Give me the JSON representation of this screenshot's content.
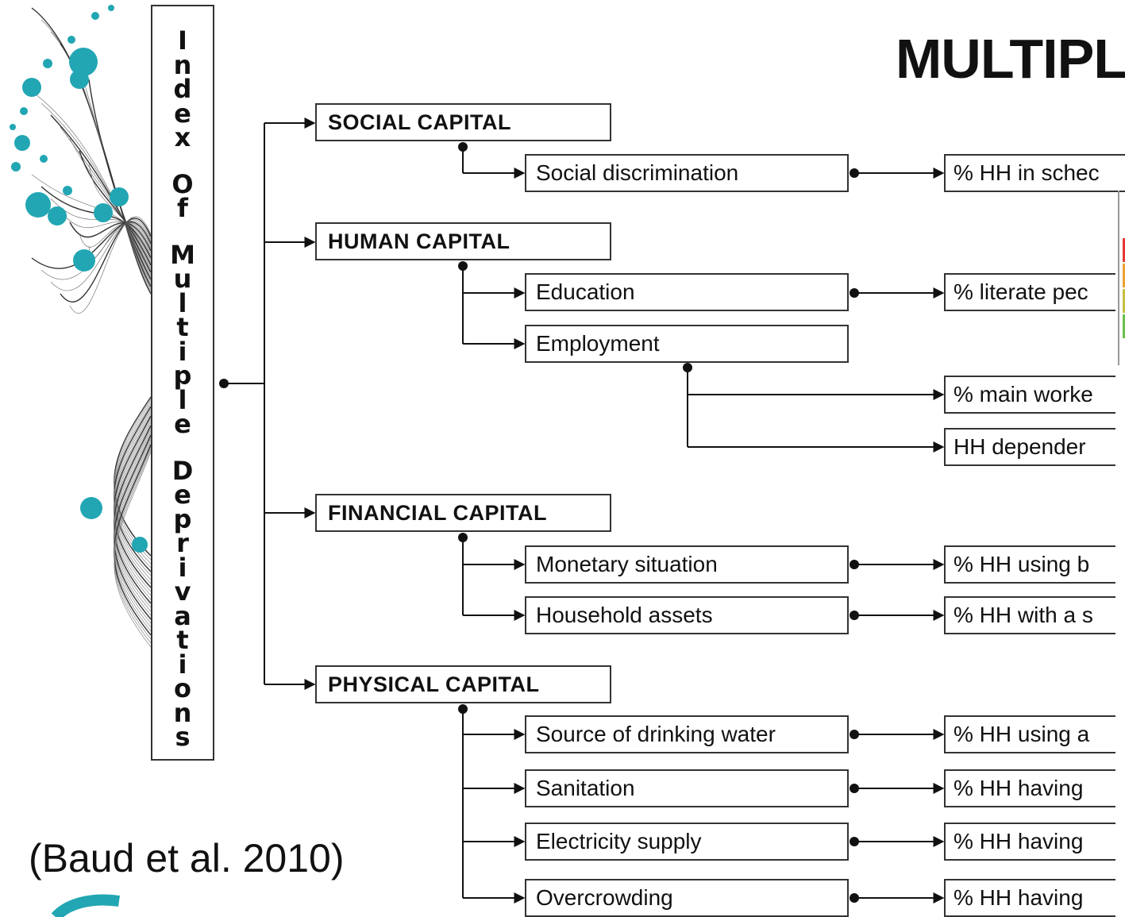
{
  "title": "MULTIPL",
  "index_label": "Index Of Multiple Deprivations",
  "citation": "(Baud et al. 2010)",
  "capitals": [
    {
      "label": "SOCIAL CAPITAL"
    },
    {
      "label": "HUMAN CAPITAL"
    },
    {
      "label": "FINANCIAL CAPITAL"
    },
    {
      "label": "PHYSICAL CAPITAL"
    }
  ],
  "subcategories": [
    {
      "label": "Social discrimination"
    },
    {
      "label": "Education"
    },
    {
      "label": "Employment"
    },
    {
      "label": "Monetary situation"
    },
    {
      "label": "Household assets"
    },
    {
      "label": "Source of drinking water"
    },
    {
      "label": "Sanitation"
    },
    {
      "label": "Electricity supply"
    },
    {
      "label": "Overcrowding"
    }
  ],
  "indicators": [
    {
      "label": "% HH in schec"
    },
    {
      "label": "% literate pec"
    },
    {
      "label": "% main worke"
    },
    {
      "label": "HH depender"
    },
    {
      "label": "% HH using b"
    },
    {
      "label": "% HH with a s"
    },
    {
      "label": "% HH using a"
    },
    {
      "label": "% HH having"
    },
    {
      "label": "% HH having"
    },
    {
      "label": "% HH having"
    }
  ],
  "colors": {
    "line": "#111111",
    "box_border": "#333333",
    "teal": "#22a6b3",
    "legend": [
      "#e53935",
      "#f0a030",
      "#c8c040",
      "#6ac04a"
    ]
  }
}
